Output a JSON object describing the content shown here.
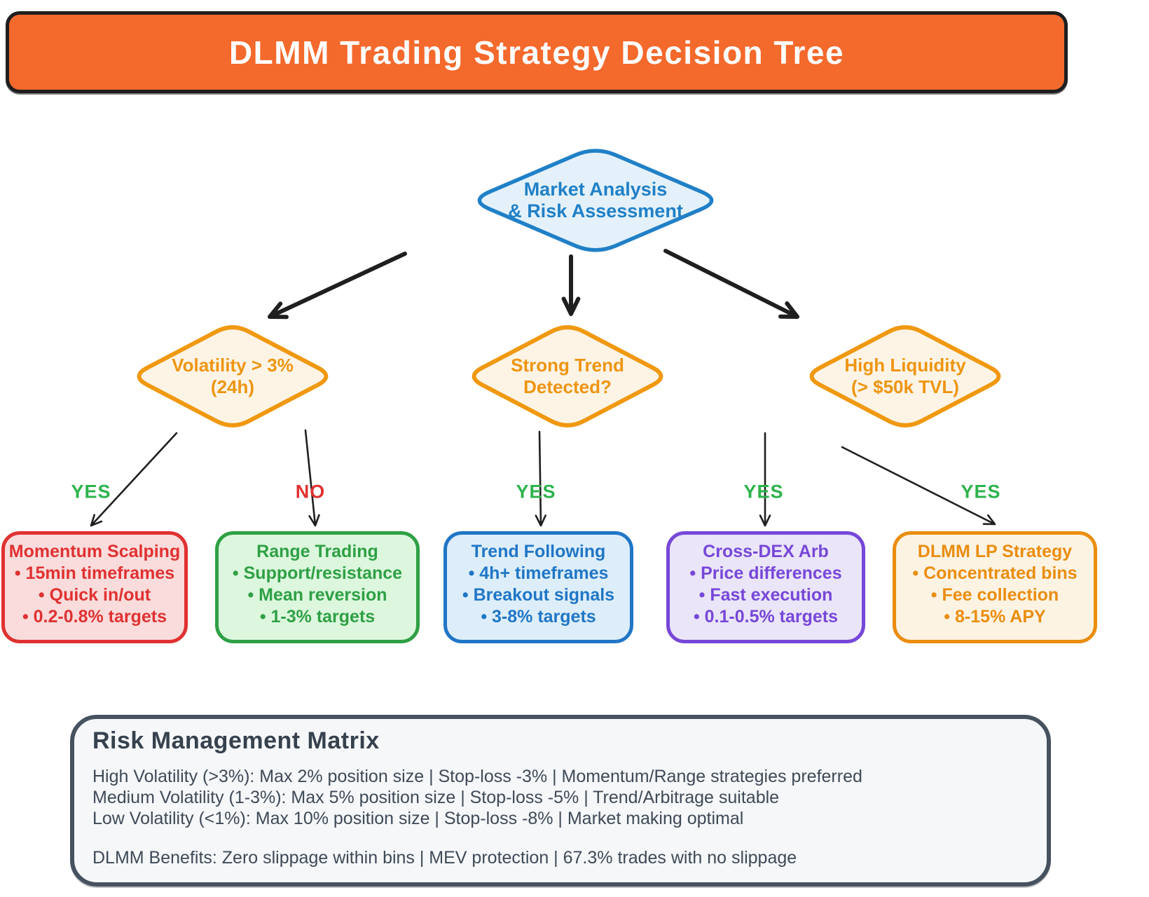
{
  "banner": {
    "title": "DLMM Trading Strategy Decision Tree"
  },
  "root": {
    "label_line1": "Market Analysis",
    "label_line2": "& Risk Assessment"
  },
  "decisions": [
    {
      "label_line1": "Volatility > 3%",
      "label_line2": "(24h)"
    },
    {
      "label_line1": "Strong Trend",
      "label_line2": "Detected?"
    },
    {
      "label_line1": "High Liquidity",
      "label_line2": "(> $50k TVL)"
    }
  ],
  "edges": [
    {
      "label": "YES",
      "color": "#2eb34c"
    },
    {
      "label": "NO",
      "color": "#e03131"
    },
    {
      "label": "YES",
      "color": "#2eb34c"
    },
    {
      "label": "YES",
      "color": "#2eb34c"
    },
    {
      "label": "YES",
      "color": "#2eb34c"
    }
  ],
  "strategies": [
    {
      "name": "Momentum Scalping",
      "bullets": [
        "• 15min timeframes",
        "• Quick in/out",
        "• 0.2-0.8% targets"
      ]
    },
    {
      "name": "Range Trading",
      "bullets": [
        "• Support/resistance",
        "• Mean reversion",
        "• 1-3% targets"
      ]
    },
    {
      "name": "Trend Following",
      "bullets": [
        "• 4h+ timeframes",
        "• Breakout signals",
        "• 3-8% targets"
      ]
    },
    {
      "name": "Cross-DEX Arb",
      "bullets": [
        "• Price differences",
        "• Fast execution",
        "• 0.1-0.5% targets"
      ]
    },
    {
      "name": "DLMM LP Strategy",
      "bullets": [
        "• Concentrated bins",
        "• Fee collection",
        "• 8-15% APY"
      ]
    }
  ],
  "risk_matrix": {
    "title": "Risk Management Matrix",
    "rows": [
      "High Volatility (>3%): Max 2% position size | Stop-loss -3% | Momentum/Range strategies preferred",
      "Medium Volatility (1-3%): Max 5% position size | Stop-loss -5% | Trend/Arbitrage suitable",
      "Low Volatility (<1%): Max 10% position size | Stop-loss -8% | Market making optimal"
    ],
    "benefits": "DLMM Benefits: Zero slippage within bins | MEV protection | 67.3% trades with no slippage"
  },
  "colors": {
    "banner_bg": "#f4692c",
    "banner_text": "#ffffff",
    "banner_border": "#1e1e1e",
    "root_stroke": "#2080c7",
    "root_fill": "#e4f1fa",
    "decision_stroke": "#f0980f",
    "decision_fill": "#fdf4e6",
    "decision_text": "#ee9512",
    "arrow": "#1f1f1f",
    "strategy_colors": [
      {
        "border": "#e03131",
        "fill": "#fadcdc",
        "text": "#e03131"
      },
      {
        "border": "#2fa044",
        "fill": "#dcf7de",
        "text": "#2fa044"
      },
      {
        "border": "#2076c6",
        "fill": "#ddeefa",
        "text": "#2076c6"
      },
      {
        "border": "#7747d8",
        "fill": "#eae5f9",
        "text": "#7747d8"
      },
      {
        "border": "#ea8d0f",
        "fill": "#fdf3e3",
        "text": "#ea8d0f"
      }
    ],
    "risk_border": "#46525f",
    "risk_fill": "#f5f7f9",
    "risk_title": "#36414e",
    "risk_text": "#3f4a57"
  }
}
